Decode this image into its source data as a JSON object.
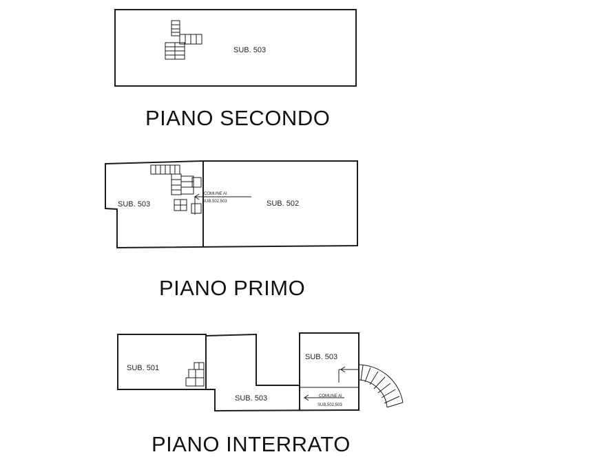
{
  "floors": {
    "secondo": {
      "title": "PIANO SECONDO",
      "unit_label": "SUB. 503"
    },
    "primo": {
      "title": "PIANO PRIMO",
      "unit_left": "SUB. 503",
      "unit_right": "SUB. 502",
      "common_label": "COMUNE AI",
      "common_subs": "SUB.502.503"
    },
    "interrato": {
      "title": "PIANO INTERRATO",
      "unit_left": "SUB. 501",
      "unit_center": "SUB. 503",
      "unit_right": "SUB. 503",
      "common_label": "COMUNE AI",
      "common_subs": "SUB.502.503"
    }
  }
}
